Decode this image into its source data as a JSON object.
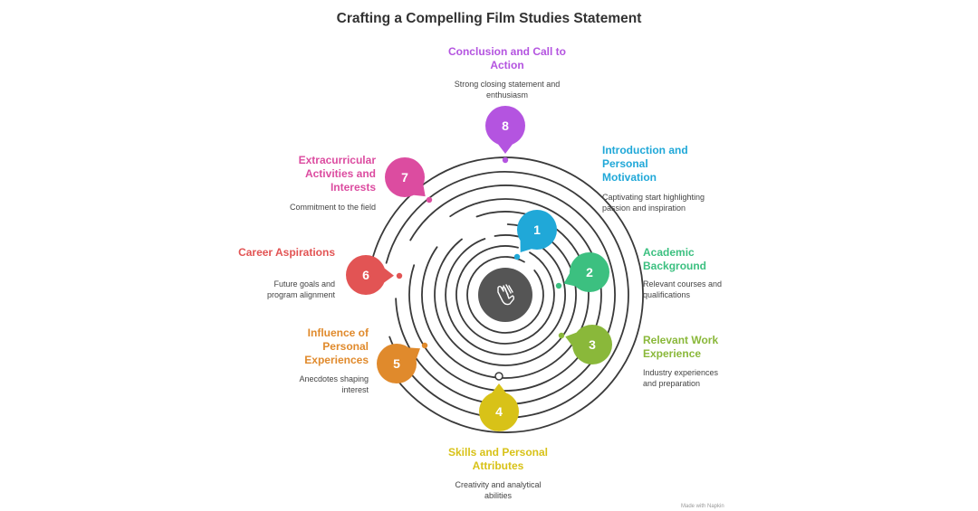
{
  "title": "Crafting a Compelling Film Studies Statement",
  "center_icon": "clapping-hands-icon",
  "steps": [
    {
      "number": "1",
      "title": "Introduction and Personal Motivation",
      "description": "Captivating start highlighting passion and inspiration",
      "color": "#20a8d8"
    },
    {
      "number": "2",
      "title": "Academic Background",
      "description": "Relevant courses and qualifications",
      "color": "#3cc080"
    },
    {
      "number": "3",
      "title": "Relevant Work Experience",
      "description": "Industry experiences and preparation",
      "color": "#8ab83a"
    },
    {
      "number": "4",
      "title": "Skills and Personal Attributes",
      "description": "Creativity and analytical abilities",
      "color": "#d8c218"
    },
    {
      "number": "5",
      "title": "Influence of Personal Experiences",
      "description": "Anecdotes shaping interest",
      "color": "#e08a2c"
    },
    {
      "number": "6",
      "title": "Career Aspirations",
      "description": "Future goals and program alignment",
      "color": "#e25454"
    },
    {
      "number": "7",
      "title": "Extracurricular Activities and Interests",
      "description": "Commitment to the field",
      "color": "#dc4ca0"
    },
    {
      "number": "8",
      "title": "Conclusion and Call to Action",
      "description": "Strong closing statement and enthusiasm",
      "color": "#b454e0"
    }
  ],
  "watermark": "Made with Napkin"
}
